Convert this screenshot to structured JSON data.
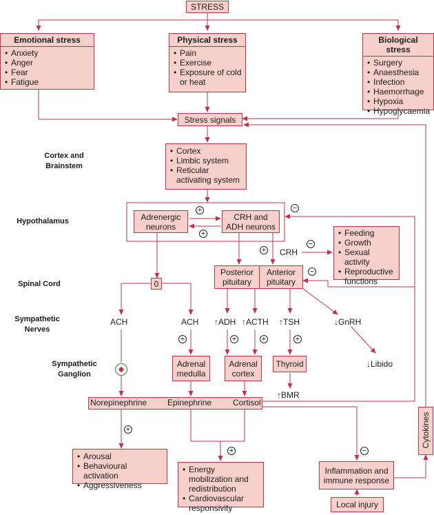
{
  "stress": "STRESS",
  "emotional": {
    "title": "Emotional stress",
    "items": [
      "Anxiety",
      "Anger",
      "Fear",
      "Fatigue"
    ]
  },
  "physical": {
    "title": "Physical stress",
    "items": [
      "Pain",
      "Exercise",
      "Exposure of cold or heat"
    ]
  },
  "biological": {
    "title": "Biological stress",
    "items": [
      "Surgery",
      "Anaesthesia",
      "Infection",
      "Haemorrhage",
      "Hypoxia",
      "Hypoglycaemia"
    ]
  },
  "stress_signals": "Stress signals",
  "cortex_items": [
    "Cortex",
    "Limbic system",
    "Reticular activating system"
  ],
  "side_labels": {
    "cortex": "Cortex and Brainstem",
    "hypothalamus": "Hypothalamus",
    "spinal": "Spinal Cord",
    "nerves": "Sympathetic Nerves",
    "ganglion": "Sympathetic Ganglion"
  },
  "adrenergic": "Adrenergic neurons",
  "crh_adh": "CRH and ADH neurons",
  "crh": "CRH",
  "feeding_items": [
    "Feeding",
    "Growth",
    "Sexual activity",
    "Reproductive functions"
  ],
  "posterior": "Posterior pituitary",
  "anterior": "Anterior pituitary",
  "zero": "0",
  "ach": "ACH",
  "adh": "↑ADH",
  "acth": "↑ACTH",
  "tsh": "↑TSH",
  "gnrh": "↓GnRH",
  "libido": "↓Libido",
  "adrenal_medulla": "Adrenal medulla",
  "adrenal_cortex": "Adrenal cortex",
  "thyroid": "Thyroid",
  "bmr": "↑BMR",
  "norepinephrine": "Norepinephrine",
  "epinephrine": "Epinephrine",
  "cortisol": "Cortisol",
  "arousal_items": [
    "Arousal",
    "Behavioural activation",
    "Aggressiveness"
  ],
  "energy_items": [
    "Energy mobilization and redistribution",
    "Cardiovascular responsivity"
  ],
  "inflammation": "Inflammation and immune response",
  "local_injury": "Local injury",
  "cytokines": "Cytokines",
  "plus": "+",
  "minus": "−",
  "colors": {
    "line": "#c2314a",
    "fill": "#f7d0cc"
  }
}
